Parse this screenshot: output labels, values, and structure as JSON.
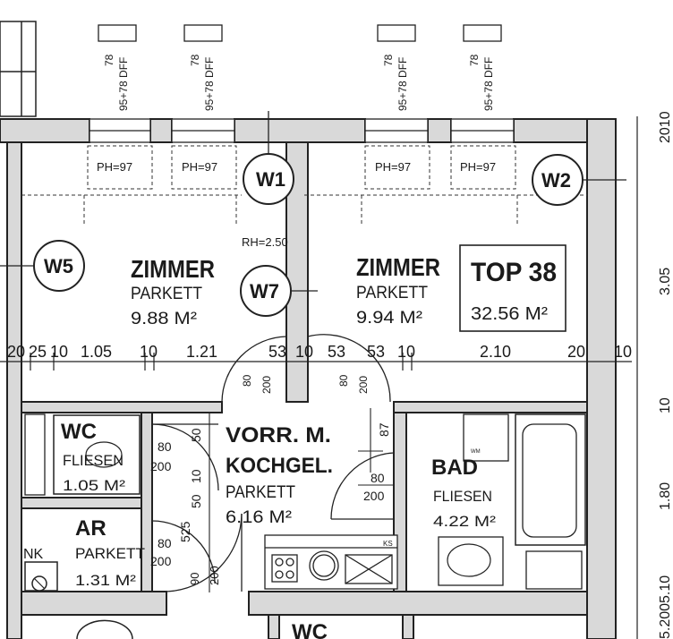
{
  "rooms": {
    "zimmer_left": {
      "name": "ZIMMER",
      "floor": "PARKETT",
      "area": "9.88 M²"
    },
    "zimmer_right": {
      "name": "ZIMMER",
      "floor": "PARKETT",
      "area": "9.94 M²"
    },
    "vorraum": {
      "name_1": "VORR. M.",
      "name_2": "KOCHGEL.",
      "floor": "PARKETT",
      "area": "6.16 M²"
    },
    "bad": {
      "name": "BAD",
      "floor": "FLIESEN",
      "area": "4.22 M²"
    },
    "wc": {
      "name": "WC",
      "floor": "FLIESEN",
      "area": "1.05 M²"
    },
    "ar": {
      "name": "AR",
      "floor": "PARKETT",
      "area": "1.31 M²"
    },
    "wc_lower": {
      "name": "WC"
    }
  },
  "top": {
    "label": "TOP 38",
    "area": "32.56 M²"
  },
  "wall_markers": [
    "W1",
    "W2",
    "W5",
    "W7"
  ],
  "window_labels": [
    {
      "sill": "PH=97",
      "tag_a": "78",
      "tag_b": "95+78 DFF"
    },
    {
      "sill": "PH=97",
      "tag_a": "78",
      "tag_b": "95+78 DFF"
    },
    {
      "sill": "PH=97",
      "tag_a": "78",
      "tag_b": "95+78 DFF"
    },
    {
      "sill": "PH=97",
      "tag_a": "78",
      "tag_b": "95+78 DFF"
    }
  ],
  "room_height": "RH=2.50",
  "dimension_row": [
    "20",
    "25",
    "10",
    "1.05",
    "10",
    "1.21",
    "53",
    "10",
    "53",
    "53",
    "10",
    "2.10",
    "20",
    "10"
  ],
  "door_dims": {
    "d1_a": "80",
    "d1_b": "200",
    "d2_a": "80",
    "d2_b": "200",
    "wc_a": "80",
    "wc_b": "200",
    "ar_a": "80",
    "ar_b": "200",
    "bad_a": "80",
    "bad_b": "200",
    "v_50": "50",
    "v_10": "10",
    "v_50b": "50",
    "v_525": "525",
    "v_90": "90",
    "v_200": "200",
    "v_87": "87"
  },
  "right_edge_dims": [
    "2010",
    "3.05",
    "10",
    "1.80",
    "5.2005.10"
  ],
  "misc": {
    "nk": "NK",
    "ks": "KS",
    "wm": "WM"
  }
}
